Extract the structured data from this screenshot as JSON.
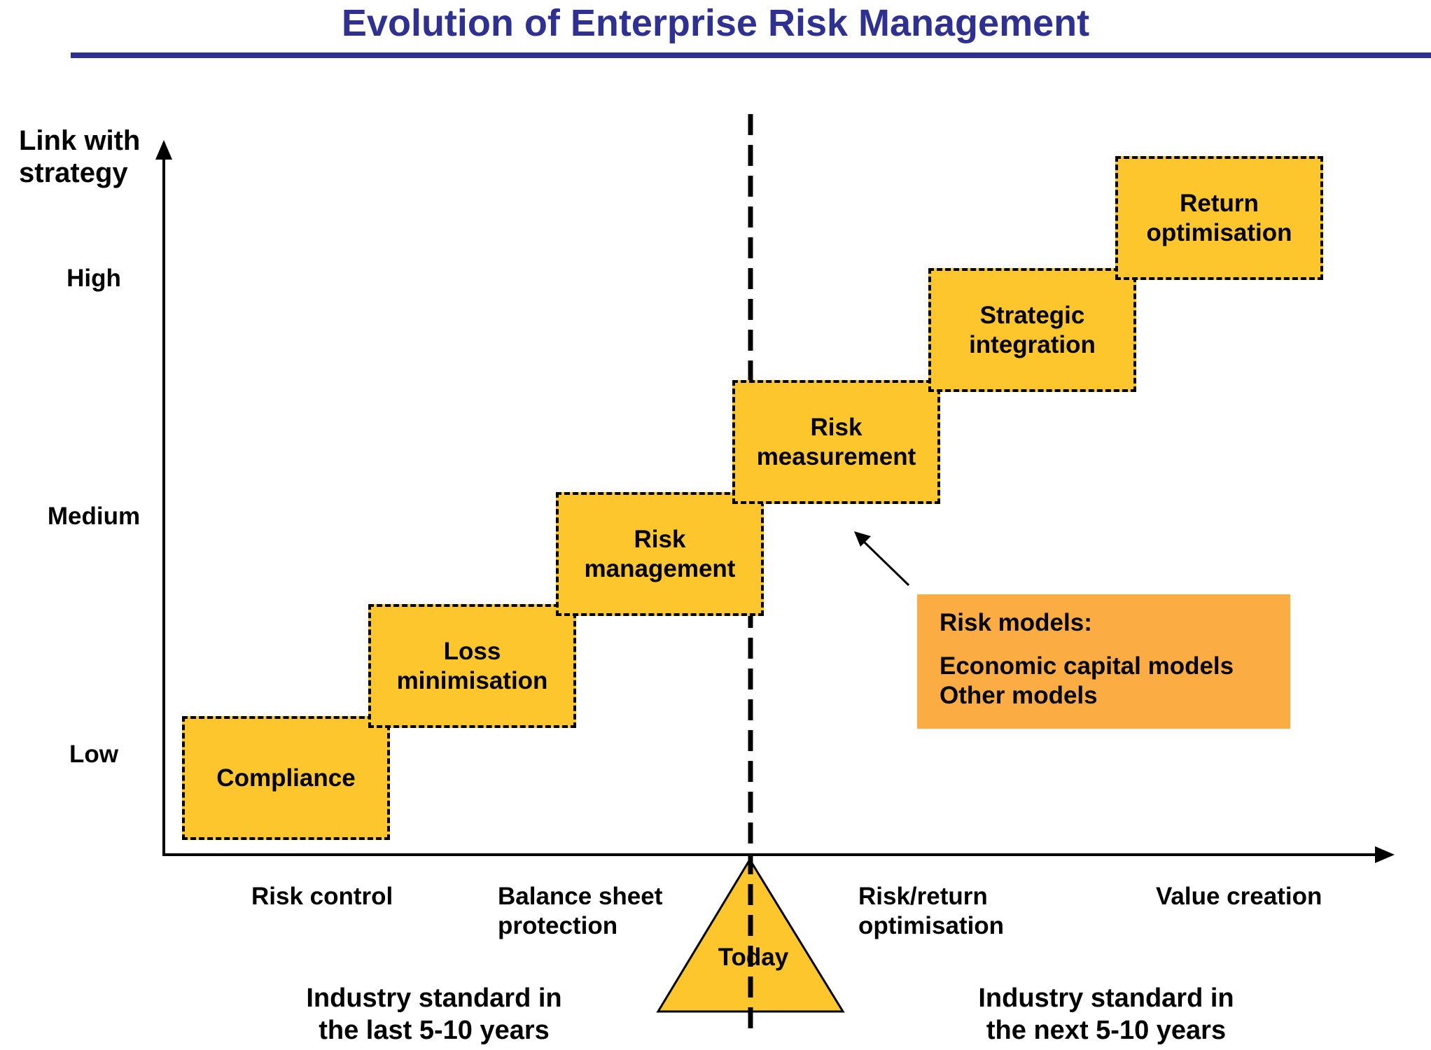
{
  "title": "Evolution of Enterprise Risk Management",
  "y_axis": {
    "label_line1": "Link with",
    "label_line2": "strategy",
    "ticks": [
      "High",
      "Medium",
      "Low"
    ]
  },
  "x_axis": {
    "categories": [
      "Risk control",
      "Balance sheet\nprotection",
      "Risk/return\noptimisation",
      "Value creation"
    ]
  },
  "steps": [
    "Compliance",
    "Loss\nminimisation",
    "Risk\nmanagement",
    "Risk\nmeasurement",
    "Strategic\nintegration",
    "Return\noptimisation"
  ],
  "today_label": "Today",
  "note": {
    "heading": "Risk models:",
    "line1": "Economic capital models",
    "line2": "Other models"
  },
  "standard_left_line1": "Industry standard in",
  "standard_left_line2": "the last 5-10 years",
  "standard_right_line1": "Industry standard in",
  "standard_right_line2": "the next 5-10 years",
  "colors": {
    "title": "#2e3192",
    "step_fill": "#fcc62c",
    "note_fill": "#fbac43",
    "triangle_fill": "#fcc62c"
  }
}
